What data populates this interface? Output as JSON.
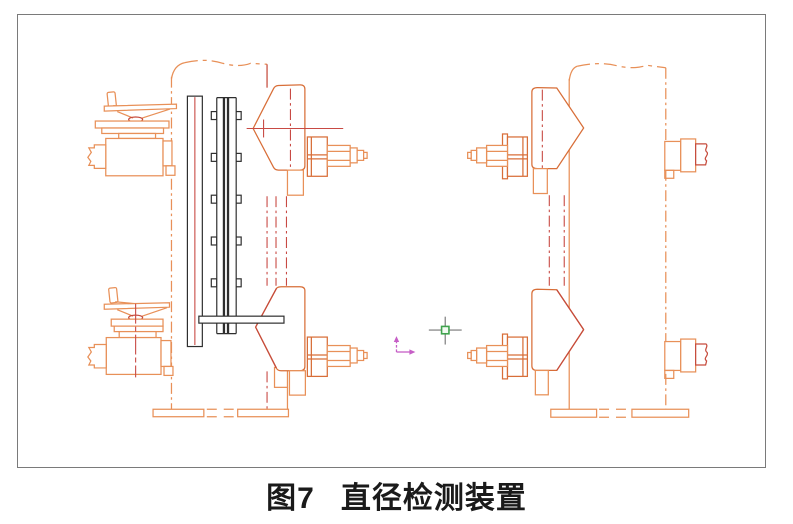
{
  "figure_caption": {
    "number": "图7",
    "title": "直径检测装置"
  },
  "icons": {
    "crosshair": "cad-crosshair-cursor",
    "pickbox": "selection-pickbox",
    "ucs": "ucs-axis-arrows"
  },
  "colors": {
    "page_bg": "#ffffff",
    "frame_border": "#7a7a7a",
    "caption_color": "#1a1a1a",
    "cad_orange": "#E89058",
    "cad_orange_dark": "#D86E38",
    "cad_red": "#C64B3C",
    "centerline_red": "#C84A44",
    "ruler_green": "#2EA052",
    "dark_line": "#2E2E2E",
    "crosshair_gray": "#8F8F8F",
    "pickbox_green": "#3FA34D",
    "ucs_magenta": "#C65EC6"
  }
}
